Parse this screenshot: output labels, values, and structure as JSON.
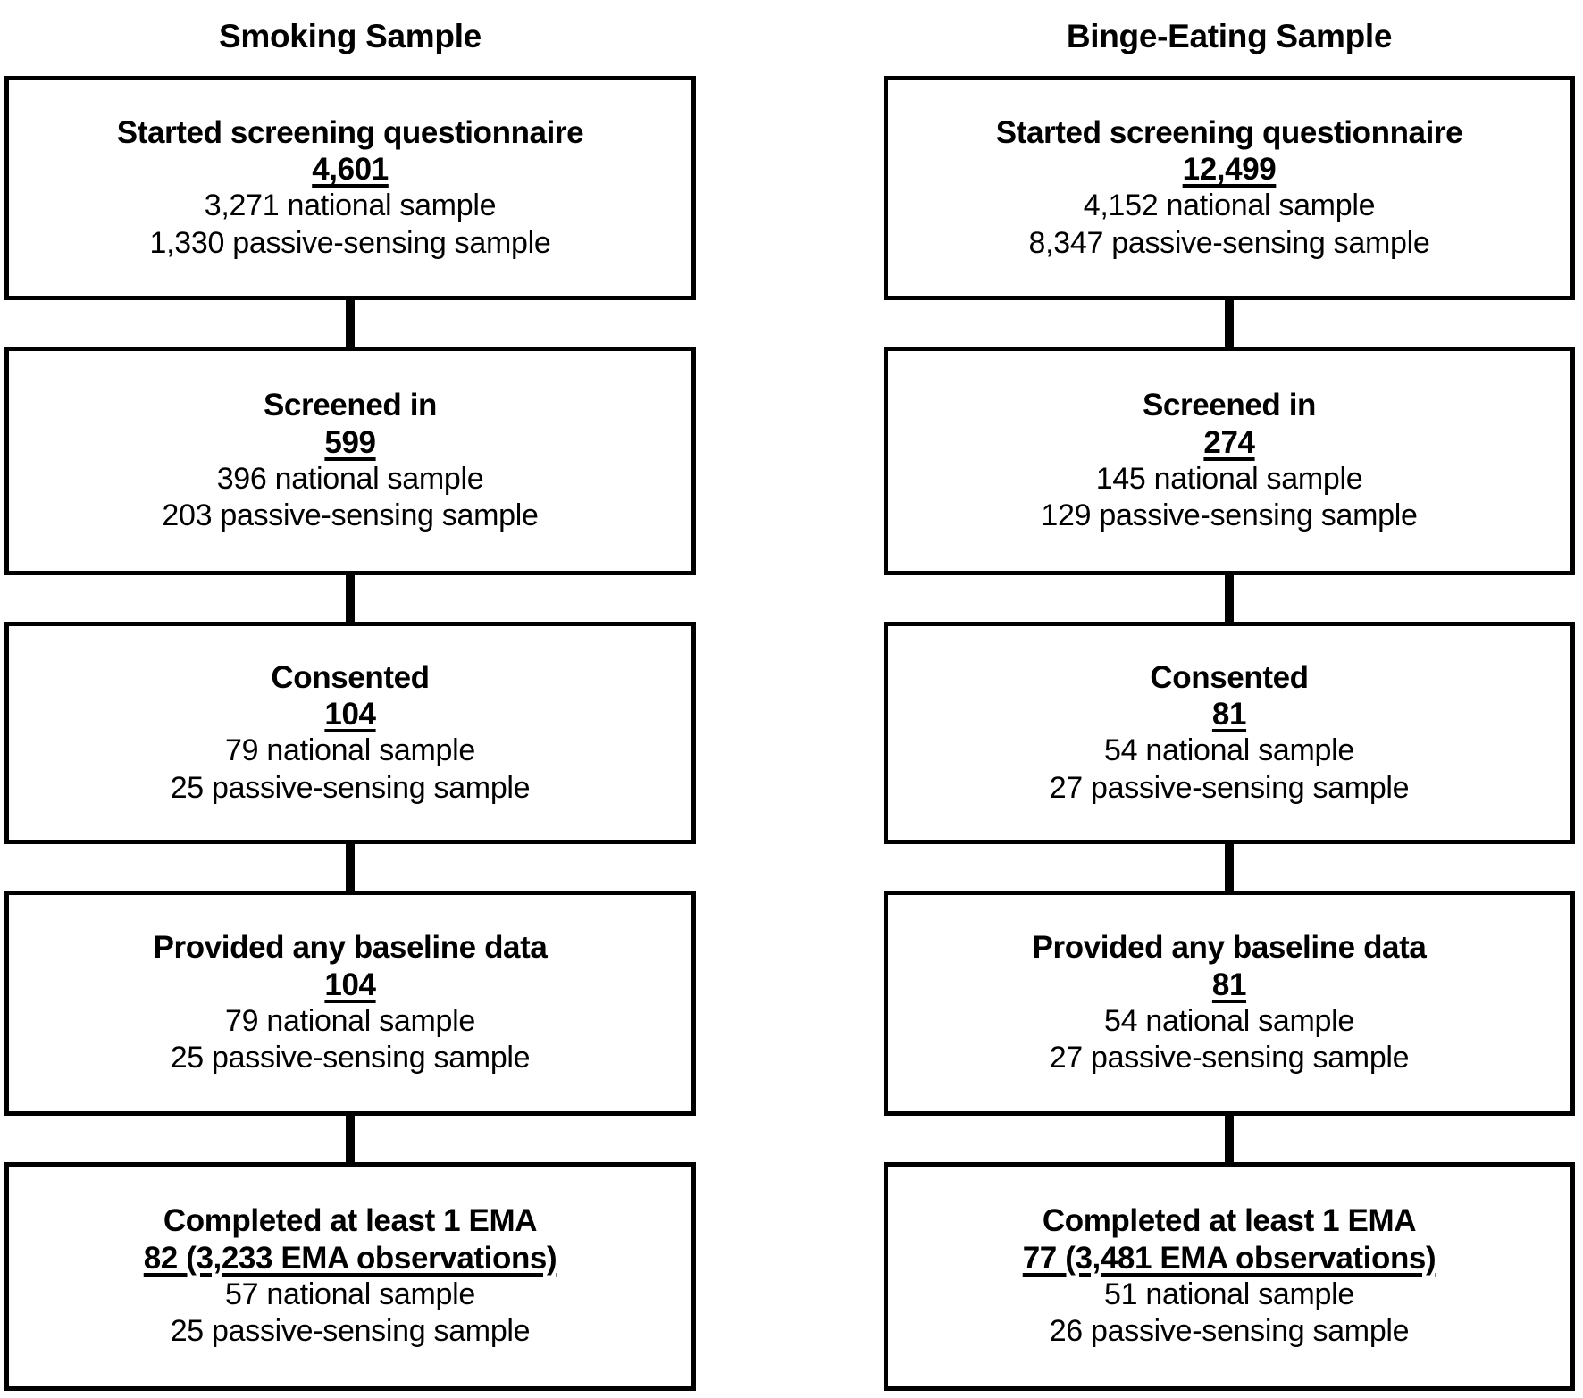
{
  "figure": {
    "type": "flowchart",
    "orientation": "two-column-vertical",
    "line_color": "#000000",
    "background_color": "#ffffff",
    "stage_labels": [
      "Started screening questionnaire",
      "Screened in",
      "Consented",
      "Provided any baseline data",
      "Completed at least 1 EMA"
    ]
  },
  "columns": [
    {
      "title": "Smoking Sample",
      "boxes": [
        {
          "title": "Started screening questionnaire",
          "total": "4,601",
          "sub1": "3,271 national sample",
          "sub2": "1,330 passive-sensing sample"
        },
        {
          "title": "Screened in",
          "total": "599",
          "sub1": "396 national sample",
          "sub2": "203 passive-sensing sample"
        },
        {
          "title": "Consented",
          "total": "104",
          "sub1": "79 national sample",
          "sub2": "25 passive-sensing sample"
        },
        {
          "title": "Provided any baseline data",
          "total": "104",
          "sub1": "79 national sample",
          "sub2": "25 passive-sensing sample"
        },
        {
          "title": "Completed at least 1 EMA",
          "total": "82 (3,233 EMA observations)",
          "sub1": "57 national sample",
          "sub2": "25 passive-sensing sample"
        }
      ]
    },
    {
      "title": "Binge-Eating Sample",
      "boxes": [
        {
          "title": "Started screening questionnaire",
          "total": "12,499",
          "sub1": "4,152 national sample",
          "sub2": "8,347 passive-sensing sample"
        },
        {
          "title": "Screened in",
          "total": "274",
          "sub1": "145 national sample",
          "sub2": "129 passive-sensing sample"
        },
        {
          "title": "Consented",
          "total": "81",
          "sub1": "54 national sample",
          "sub2": "27 passive-sensing sample"
        },
        {
          "title": "Provided any baseline data",
          "total": "81",
          "sub1": "54 national sample",
          "sub2": "27 passive-sensing sample"
        },
        {
          "title": "Completed at least 1 EMA",
          "total": "77 (3,481 EMA observations)",
          "sub1": "51 national sample",
          "sub2": "26 passive-sensing sample"
        }
      ]
    }
  ]
}
